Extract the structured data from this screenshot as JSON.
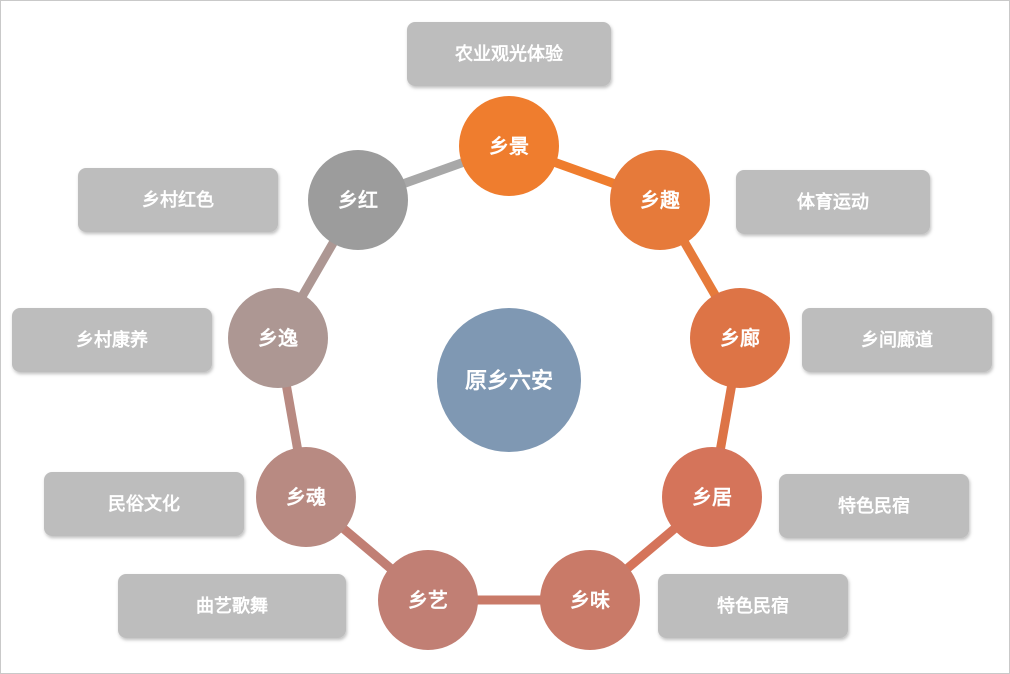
{
  "diagram": {
    "center": {
      "label": "原乡六安",
      "color": "#7f98b3"
    },
    "ring_color": "#b89a90",
    "box_color": "#bdbdbd",
    "nodes": [
      {
        "id": "xiangjing",
        "label": "乡景",
        "color": "#ef7d2e",
        "box": "农业观光体验"
      },
      {
        "id": "xiangqu",
        "label": "乡趣",
        "color": "#e67a3a",
        "box": "体育运动"
      },
      {
        "id": "xianglang",
        "label": "乡廊",
        "color": "#dd7446",
        "box": "乡间廊道"
      },
      {
        "id": "xiangju",
        "label": "乡居",
        "color": "#d5745a",
        "box": "特色民宿"
      },
      {
        "id": "xiangwei",
        "label": "乡味",
        "color": "#c97a68",
        "box": "特色民宿"
      },
      {
        "id": "xiangyi-art",
        "label": "乡艺",
        "color": "#c17f74",
        "box": "曲艺歌舞"
      },
      {
        "id": "xianghun",
        "label": "乡魂",
        "color": "#b88a82",
        "box": "民俗文化"
      },
      {
        "id": "xiangyi",
        "label": "乡逸",
        "color": "#ad9793",
        "box": "乡村康养"
      },
      {
        "id": "xianghong",
        "label": "乡红",
        "color": "#9c9c9c",
        "box": "乡村红色"
      }
    ]
  }
}
